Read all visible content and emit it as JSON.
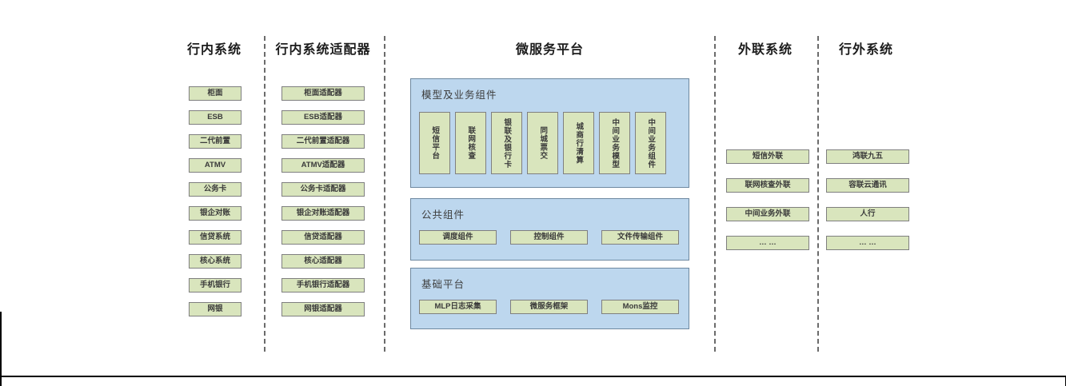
{
  "columns": {
    "inbank": {
      "title": "行内系统",
      "items": [
        "柜面",
        "ESB",
        "二代前置",
        "ATMV",
        "公务卡",
        "银企对账",
        "信贷系统",
        "核心系统",
        "手机银行",
        "网银"
      ]
    },
    "adapters": {
      "title": "行内系统适配器",
      "items": [
        "柜面适配器",
        "ESB适配器",
        "二代前置适配器",
        "ATMV适配器",
        "公务卡适配器",
        "银企对账适配器",
        "信贷适配器",
        "核心适配器",
        "手机银行适配器",
        "网银适配器"
      ]
    },
    "platform": {
      "title": "微服务平台",
      "model_group": {
        "label": "模型及业务组件",
        "items": [
          "短信平台",
          "联网核查",
          "银联及银行卡",
          "同城票交",
          "城商行清算",
          "中间业务模型",
          "中间业务组件"
        ]
      },
      "common_group": {
        "label": "公共组件",
        "items": [
          "调度组件",
          "控制组件",
          "文件传输组件"
        ]
      },
      "base_group": {
        "label": "基础平台",
        "items": [
          "MLP日志采集",
          "微服务框架",
          "Mons监控"
        ]
      }
    },
    "outlink": {
      "title": "外联系统",
      "items": [
        "短信外联",
        "联网核查外联",
        "中间业务外联",
        "… …"
      ]
    },
    "outbank": {
      "title": "行外系统",
      "items": [
        "鸿联九五",
        "容联云通讯",
        "人行",
        "… …"
      ]
    }
  },
  "colors": {
    "node_fill": "#d9e5bd",
    "node_border": "#7f7f7f",
    "panel_fill": "#bdd7ee",
    "panel_border": "#6e88a0",
    "separator": "#6b6b6b",
    "rule": "#000000"
  }
}
